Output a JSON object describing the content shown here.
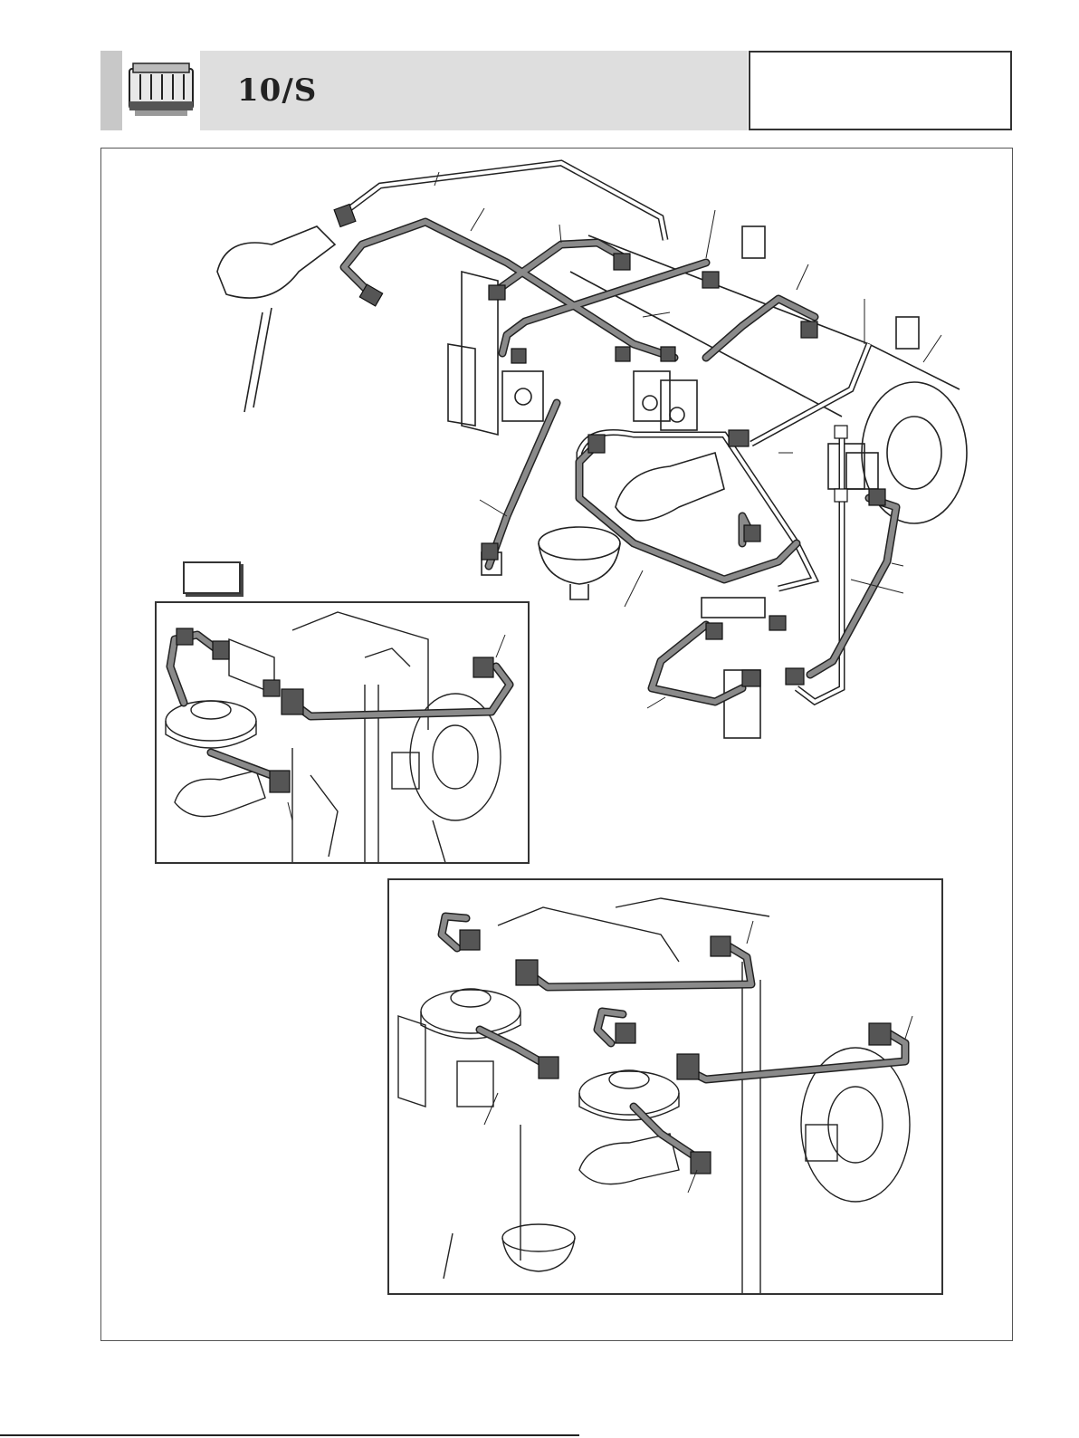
{
  "header": {
    "model": "10/S"
  },
  "icons": {
    "logo": "espresso-machine-logo",
    "main_diagram": "pipe-assembly-diagram",
    "detail_a": "valve-detail-diagram",
    "detail_b": "double-valve-detail-diagram"
  },
  "colors": {
    "header_band": "#dedede",
    "pipe": "#8a8a8a",
    "line": "#222222"
  }
}
